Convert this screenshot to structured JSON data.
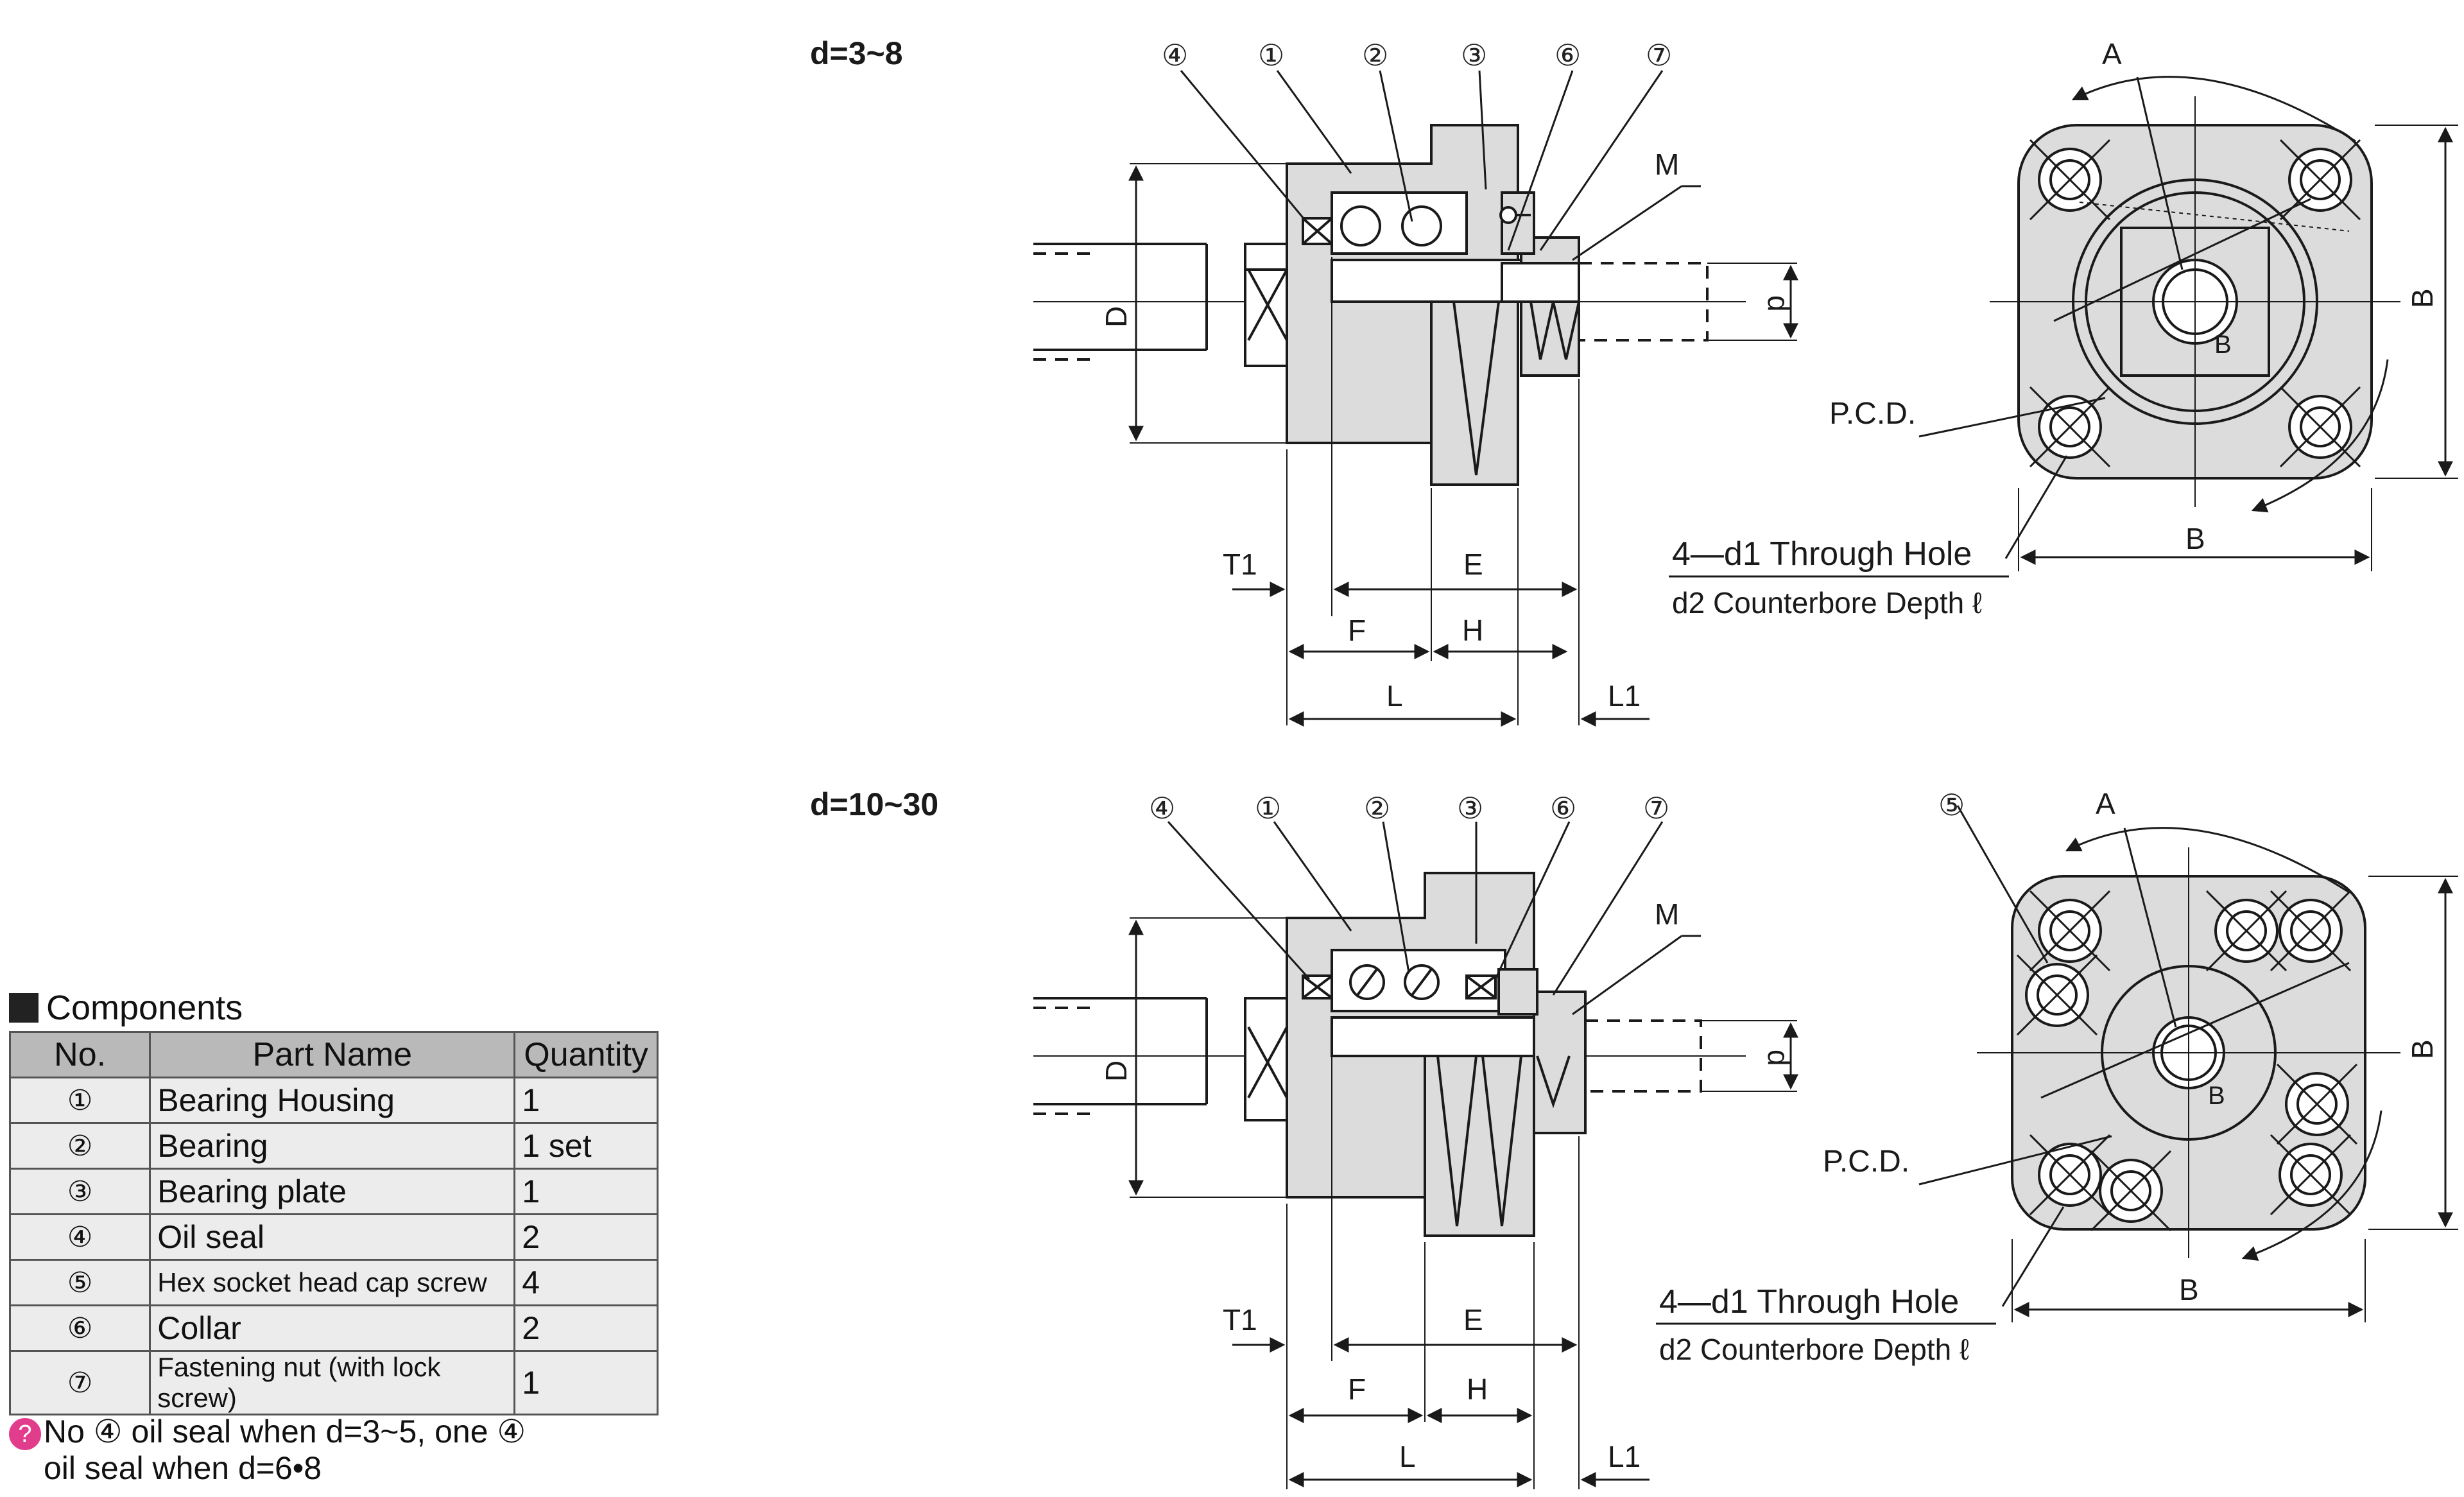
{
  "top_drawing": {
    "range_label": "d=3~8",
    "callouts": [
      "④",
      "①",
      "②",
      "③",
      "⑥",
      "⑦"
    ],
    "m_label": "M",
    "a_label": "A",
    "pcd_label": "P.C.D.",
    "hole_label": "4—d1 Through Hole",
    "counterbore_label": "d2 Counterbore Depth ℓ",
    "dims": {
      "D": "D",
      "d": "d",
      "T1": "T1",
      "E": "E",
      "F": "F",
      "H": "H",
      "L": "L",
      "L1": "L1",
      "B_side": "B",
      "B_bottom": "B",
      "B_diag": "B"
    }
  },
  "bottom_drawing": {
    "range_label": "d=10~30",
    "callouts": [
      "④",
      "①",
      "②",
      "③",
      "⑥",
      "⑦"
    ],
    "front_callout": "⑤",
    "m_label": "M",
    "a_label": "A",
    "pcd_label": "P.C.D.",
    "hole_label": "4—d1 Through Hole",
    "counterbore_label": "d2 Counterbore Depth ℓ",
    "dims": {
      "D": "D",
      "d": "d",
      "T1": "T1",
      "E": "E",
      "F": "F",
      "H": "H",
      "L": "L",
      "L1": "L1",
      "B_side": "B",
      "B_bottom": "B",
      "B_diag": "B"
    }
  },
  "components": {
    "title": "Components",
    "headers": [
      "No.",
      "Part Name",
      "Quantity"
    ],
    "rows": [
      {
        "no": "①",
        "name": "Bearing Housing",
        "qty": "1"
      },
      {
        "no": "②",
        "name": "Bearing",
        "qty": "1 set"
      },
      {
        "no": "③",
        "name": "Bearing plate",
        "qty": "1"
      },
      {
        "no": "④",
        "name": "Oil seal",
        "qty": "2"
      },
      {
        "no": "⑤",
        "name": "Hex socket head cap screw",
        "qty": "4"
      },
      {
        "no": "⑥",
        "name": "Collar",
        "qty": "2"
      },
      {
        "no": "⑦",
        "name": "Fastening nut (with lock screw)",
        "qty": "1"
      }
    ],
    "note_line1": "No ④ oil seal when d=3~5, one ④",
    "note_line2": "oil seal when d=6•8"
  },
  "colors": {
    "part_fill": "#dcdcdc",
    "line": "#1a1a1a",
    "tip": "#e23c8c"
  }
}
